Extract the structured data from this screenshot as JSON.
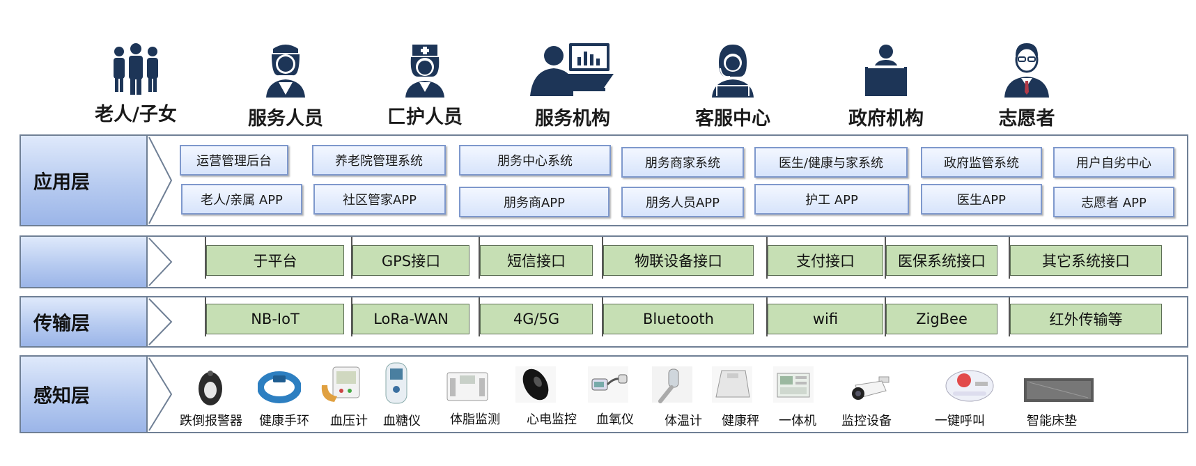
{
  "roles": [
    {
      "label": "老人/子女",
      "icon": "group-people-icon"
    },
    {
      "label": "服务人员",
      "icon": "female-staff-icon"
    },
    {
      "label": "匚护人员",
      "icon": "nurse-icon"
    },
    {
      "label": "服务机构",
      "icon": "person-computer-chart-icon"
    },
    {
      "label": "客服中心",
      "icon": "headset-agent-icon"
    },
    {
      "label": "政府机构",
      "icon": "podium-official-icon"
    },
    {
      "label": "志愿者",
      "icon": "volunteer-glasses-icon"
    }
  ],
  "application_layer": {
    "label": "应用层",
    "row1": [
      "运营管理后台",
      "养老院管理系统",
      "朋务中心系统",
      "朋务商家系统",
      "医生/健康与家系统",
      "政府监管系统",
      "用户自劣中心"
    ],
    "row2": [
      "老人/亲属 APP",
      "社区管家APP",
      "朋务商APP",
      "朋务人员APP",
      "护工 APP",
      "医生APP",
      "志愿者 APP"
    ]
  },
  "platform_layer": {
    "label": "",
    "items": [
      "于平台",
      "GPS接口",
      "短信接口",
      "物联设备接口",
      "支付接口",
      "医保系统接口",
      "其它系统接口"
    ]
  },
  "transport_layer": {
    "label": "传输层",
    "items": [
      "NB-IoT",
      "LoRa-WAN",
      "4G/5G",
      "Bluetooth",
      "wifi",
      "ZigBee",
      "红外传输等"
    ]
  },
  "perception_layer": {
    "label": "感知层",
    "devices": [
      {
        "label": "跌倒报警器",
        "icon": "fall-alarm-icon"
      },
      {
        "label": "健康手环",
        "icon": "wristband-icon"
      },
      {
        "label": "血压计",
        "icon": "blood-pressure-monitor-icon"
      },
      {
        "label": "血糖仪",
        "icon": "glucose-meter-icon"
      },
      {
        "label": "体脂监测",
        "icon": "body-fat-scale-icon"
      },
      {
        "label": "心电监控",
        "icon": "ecg-monitor-icon"
      },
      {
        "label": "血氧仪",
        "icon": "oximeter-icon"
      },
      {
        "label": "体温计",
        "icon": "thermometer-icon"
      },
      {
        "label": "健康秤",
        "icon": "health-scale-icon"
      },
      {
        "label": "一体机",
        "icon": "all-in-one-machine-icon"
      },
      {
        "label": "监控设备",
        "icon": "cctv-camera-icon"
      },
      {
        "label": "一键呼叫",
        "icon": "emergency-call-button-icon"
      },
      {
        "label": "智能床垫",
        "icon": "smart-mattress-icon"
      }
    ]
  },
  "colors": {
    "icon_navy": "#1d3557",
    "layer_label_blue": "#b7cbf0",
    "app_box_blue": "#d7e4fb",
    "interface_green": "#c6dfb4"
  }
}
